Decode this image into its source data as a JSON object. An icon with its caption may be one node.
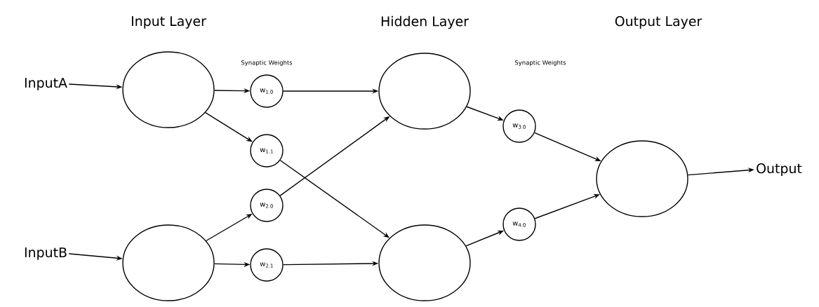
{
  "diagram": {
    "nodes": [
      {
        "text": [
          "InputA"
        ]
      },
      {
        "text": [
          "InputB"
        ]
      },
      {
        "text": [],
        "shape": "circle"
      },
      {
        "text": [],
        "shape": "circle"
      },
      {
        "text": [
          "w$_{1.0}$"
        ]
      },
      {
        "text": [
          "w$_{1.1}$"
        ]
      },
      {
        "text": [
          "w$_{2.0}$"
        ]
      },
      {
        "text": [
          "w$_{2.1}$"
        ]
      },
      {
        "text": [],
        "shape": "circle"
      },
      {
        "text": [],
        "shape": "circle"
      },
      {
        "text": [
          "w$_{3.0}$"
        ]
      },
      {
        "text": [
          "w$_{4.0}$"
        ]
      },
      {
        "text": [],
        "shape": "circle"
      },
      {
        "text": [
          "Output"
        ]
      }
    ],
    "edges": [
      {
        "from": 0,
        "to": 2,
        "arrow": "to"
      },
      {
        "from": 1,
        "to": 3,
        "arrow": "to"
      },
      {
        "from": 2,
        "to": 4,
        "arrow": "to"
      },
      {
        "from": 2,
        "to": 5,
        "arrow": "to"
      },
      {
        "from": 3,
        "to": 6,
        "arrow": "to"
      },
      {
        "from": 3,
        "to": 7,
        "arrow": "to"
      },
      {
        "from": 4,
        "to": 8,
        "arrow": "to"
      },
      {
        "from": 5,
        "to": 9,
        "arrow": "to"
      },
      {
        "from": 6,
        "to": 8,
        "arrow": "to"
      },
      {
        "from": 7,
        "to": 9,
        "arrow": "to"
      },
      {
        "from": 8,
        "to": 10,
        "arrow": "to"
      },
      {
        "from": 9,
        "to": 11,
        "arrow": "to"
      },
      {
        "from": 10,
        "to": 12,
        "arrow": "to"
      },
      {
        "from": 11,
        "to": 12,
        "arrow": "to"
      },
      {
        "from": 12,
        "to": 13,
        "arrow": "to"
      }
    ],
    "labels": [
      "Input Layer",
      "Hidden Layer",
      "Output Layer",
      "Synaptic Weights",
      "Synaptic Weights"
    ]
  }
}
